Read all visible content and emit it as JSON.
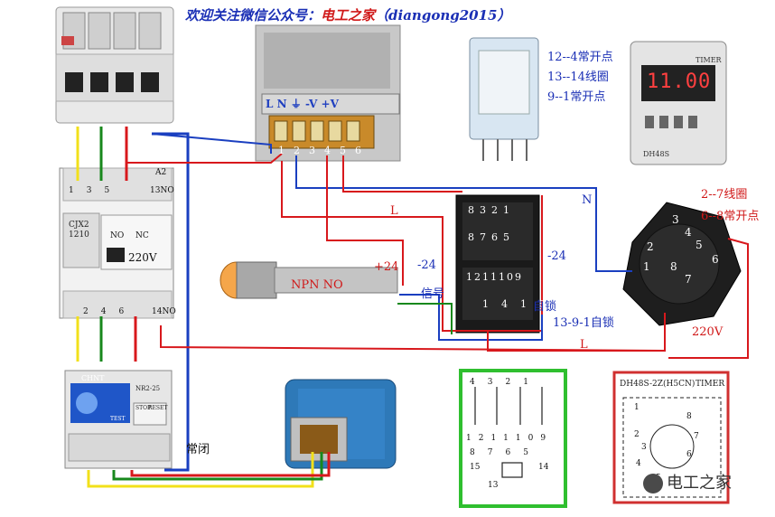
{
  "header": {
    "title_main": "欢迎关注微信公众号：",
    "title_accent": "电工之家",
    "title_handle": "（diangong2015）"
  },
  "relay_notes": {
    "line1": "12--4常开点",
    "line2": "13--14线圈",
    "line3": "9--1常开点"
  },
  "timer_display": {
    "digits": "11.00",
    "model_label": "DH48S",
    "brand_label": "TIMER"
  },
  "timer_notes": {
    "line1": "2--7线圈",
    "line2": "6--8常开点"
  },
  "power_supply": {
    "terminals_top": "L N ⏚ -V +V",
    "terminal_numbers": [
      "1",
      "2",
      "3",
      "4",
      "5",
      "6"
    ]
  },
  "contactor": {
    "model": "CJX2 1210",
    "voltage": "220V",
    "terminal_A2": "A2",
    "terminal_13NO": "13NO",
    "terminal_14NO": "14NO",
    "no_label": "NO",
    "nc_label": "NC",
    "top_numbers": [
      "1",
      "3",
      "5"
    ],
    "bottom_numbers": [
      "2",
      "4",
      "6"
    ]
  },
  "sensor": {
    "type_label": "NPN NO",
    "plus": "+24",
    "minus": "-24",
    "signal": "信号"
  },
  "relay_base": {
    "top_numbers": [
      "8",
      "3",
      "2",
      "1"
    ],
    "mid_numbers": [
      "8",
      "7",
      "6",
      "5"
    ],
    "lower_numbers": [
      "12",
      "11",
      "10",
      "9"
    ],
    "coil_numbers": [
      "14",
      "13"
    ],
    "side_minus": "-24",
    "self_lock": "自锁",
    "self_lock_note": "13-9-1自锁"
  },
  "timer_base": {
    "numbers": [
      "3",
      "4",
      "5",
      "2",
      "1",
      "8",
      "6",
      "7"
    ]
  },
  "wire_labels": {
    "L_top": "L",
    "N_right": "N",
    "L_bottom": "L",
    "v220_right": "220V",
    "normally_closed": "常闭"
  },
  "thermal_relay": {
    "brand": "CHNT",
    "model": "NR2-25",
    "stop": "STOP",
    "reset": "RESET",
    "test": "TEST"
  },
  "relay_schematic": {
    "pins": [
      "4",
      "3",
      "2",
      "1",
      "12",
      "11",
      "10",
      "9",
      "8",
      "7",
      "6",
      "5",
      "15",
      "14",
      "13"
    ]
  },
  "timer_schematic": {
    "title": "DH48S-2Z(H5CN)",
    "subtitle": "TIMER",
    "pins": [
      "1",
      "2",
      "3",
      "4",
      "5",
      "6",
      "7",
      "8"
    ]
  },
  "watermark": {
    "text": "电工之家"
  },
  "colors": {
    "wire_red": "#d8181c",
    "wire_blue": "#1a3fc0",
    "wire_green": "#18881c",
    "wire_yellow": "#f2e01a",
    "frame_green": "#2fbf2f",
    "frame_red": "#d03030"
  }
}
